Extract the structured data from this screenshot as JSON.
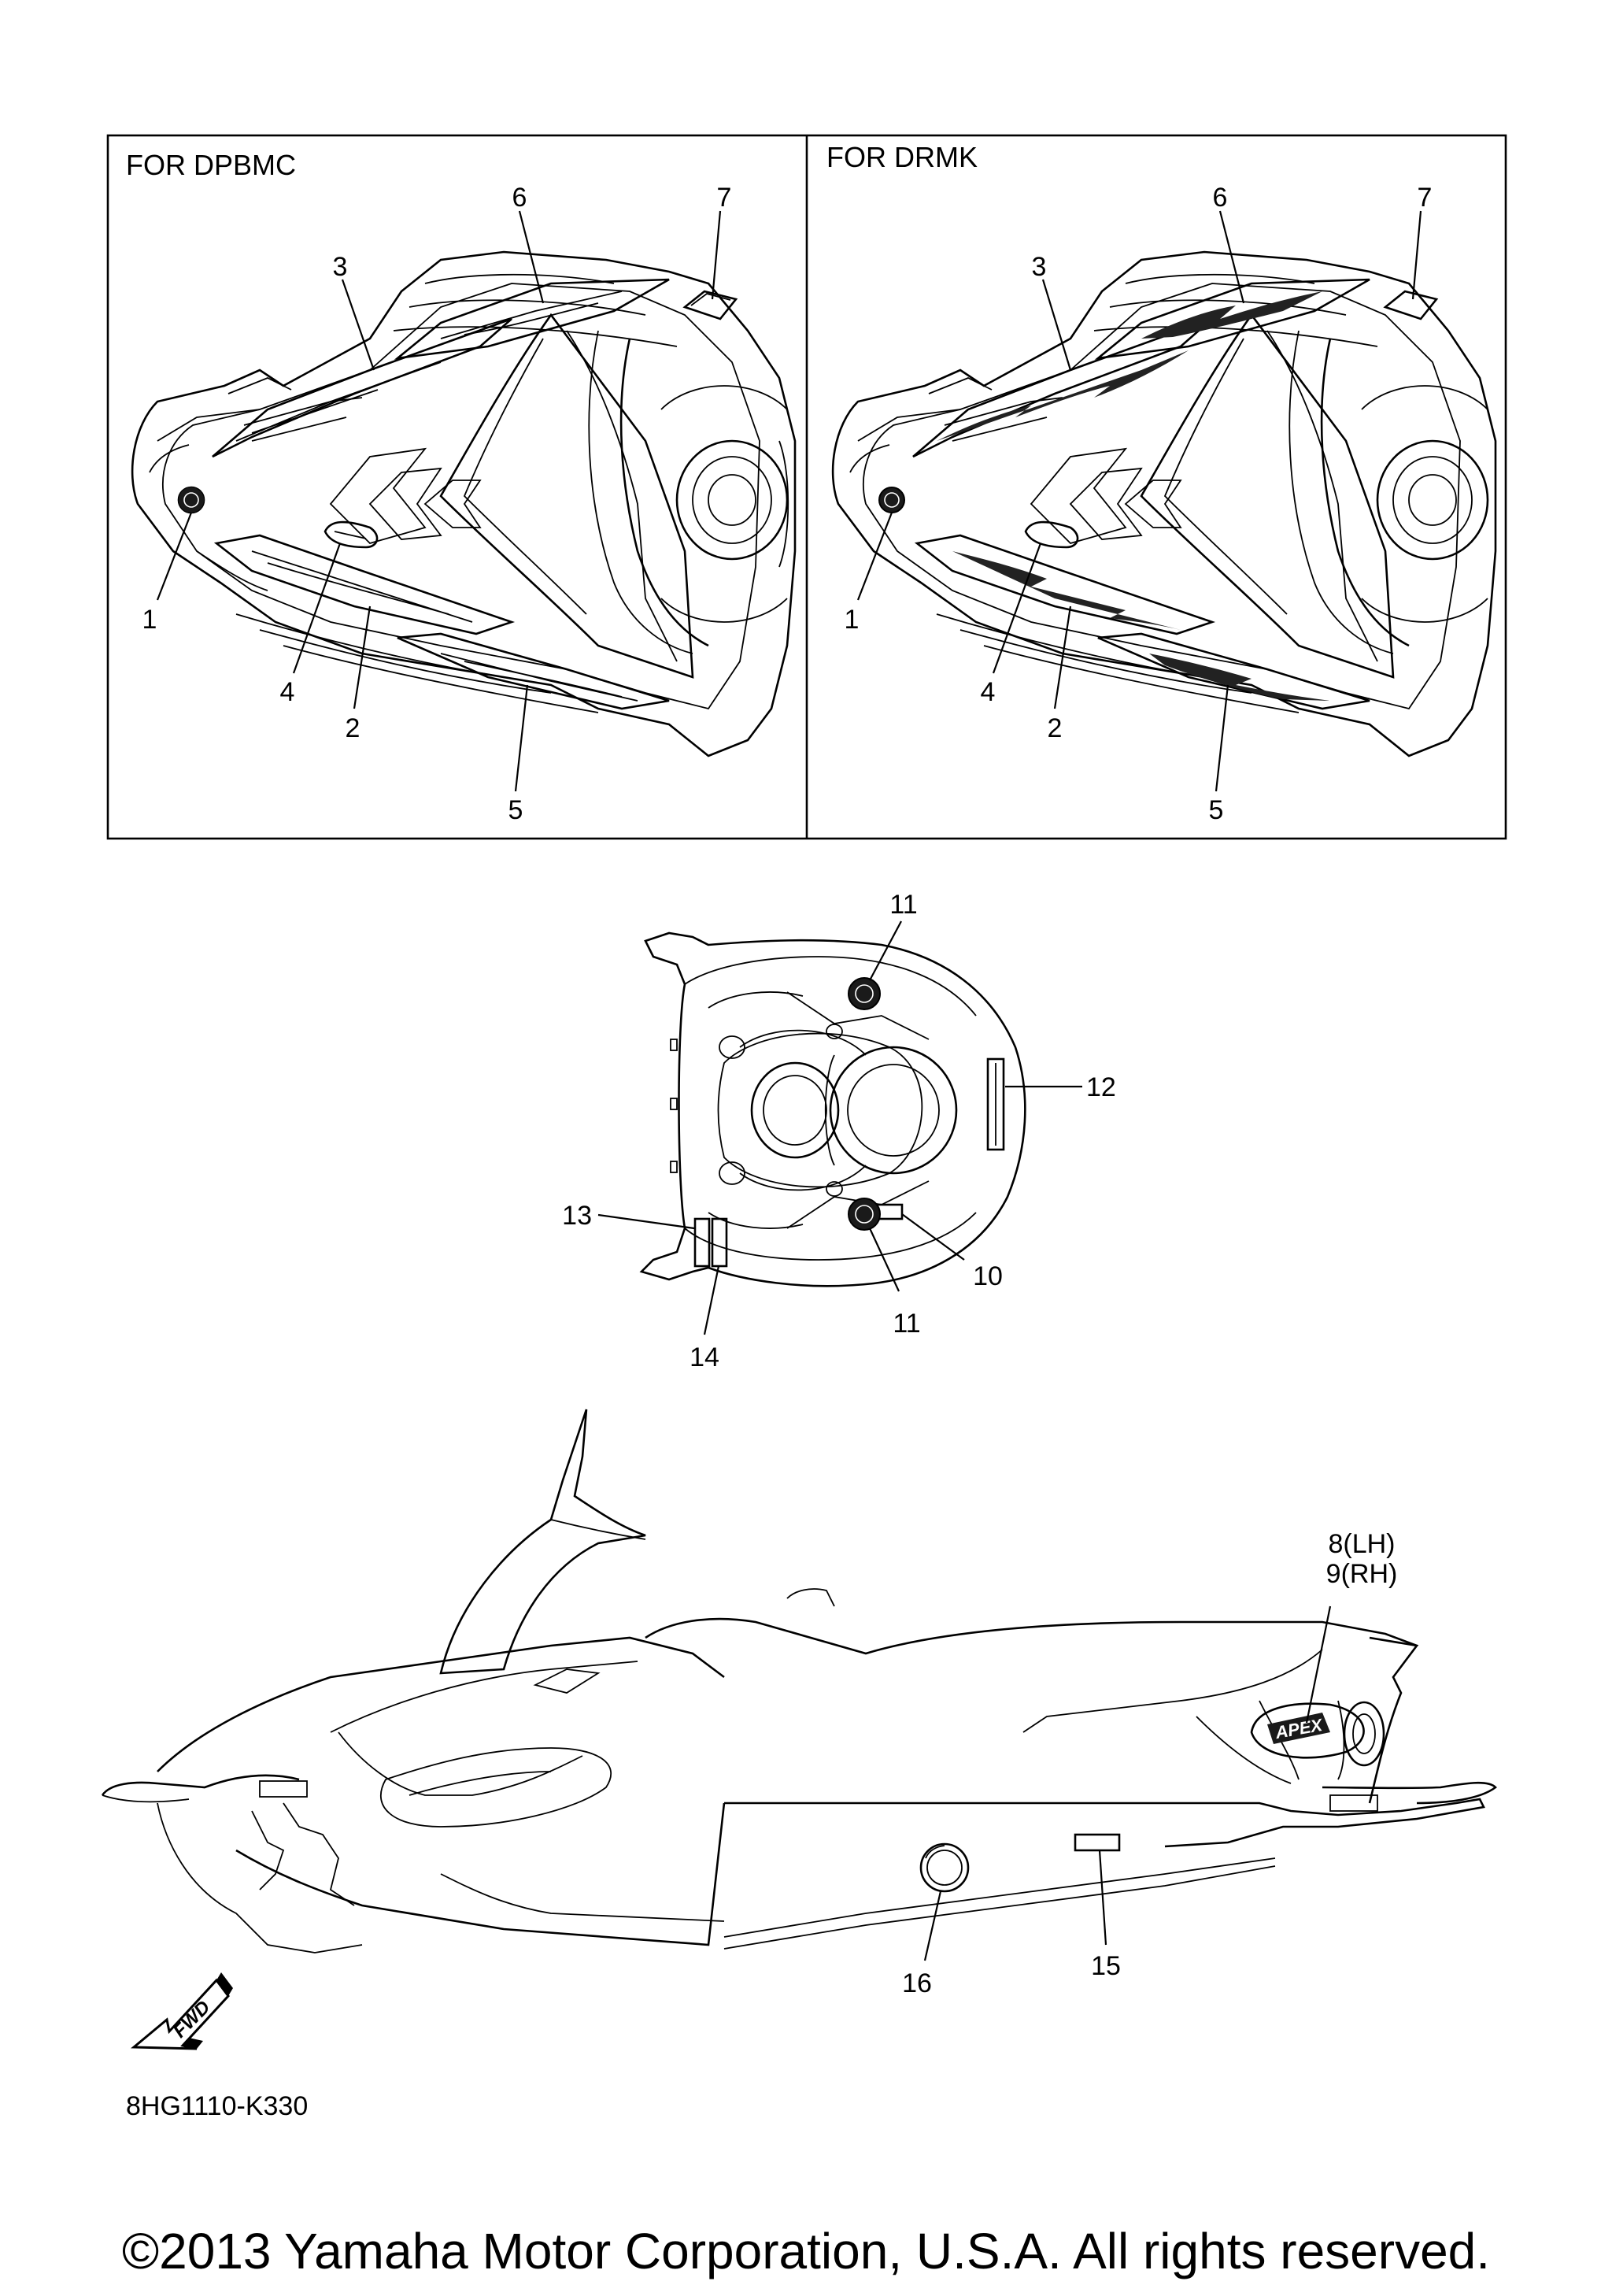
{
  "panels": {
    "left_title": "FOR DPBMC",
    "right_title": "FOR DRMK"
  },
  "callouts": {
    "c1": "1",
    "c2": "2",
    "c3": "3",
    "c4": "4",
    "c5": "5",
    "c6": "6",
    "c7": "7",
    "c8": "8(LH)",
    "c9": "9(RH)",
    "c10": "10",
    "c11": "11",
    "c12": "12",
    "c13": "13",
    "c14": "14",
    "c15": "15",
    "c16": "16"
  },
  "badges": {
    "fwd": "FWD",
    "apex": "APEX"
  },
  "diagram_code": "8HG1110-K330",
  "copyright": "©2013 Yamaha Motor Corporation, U.S.A. All rights reserved."
}
